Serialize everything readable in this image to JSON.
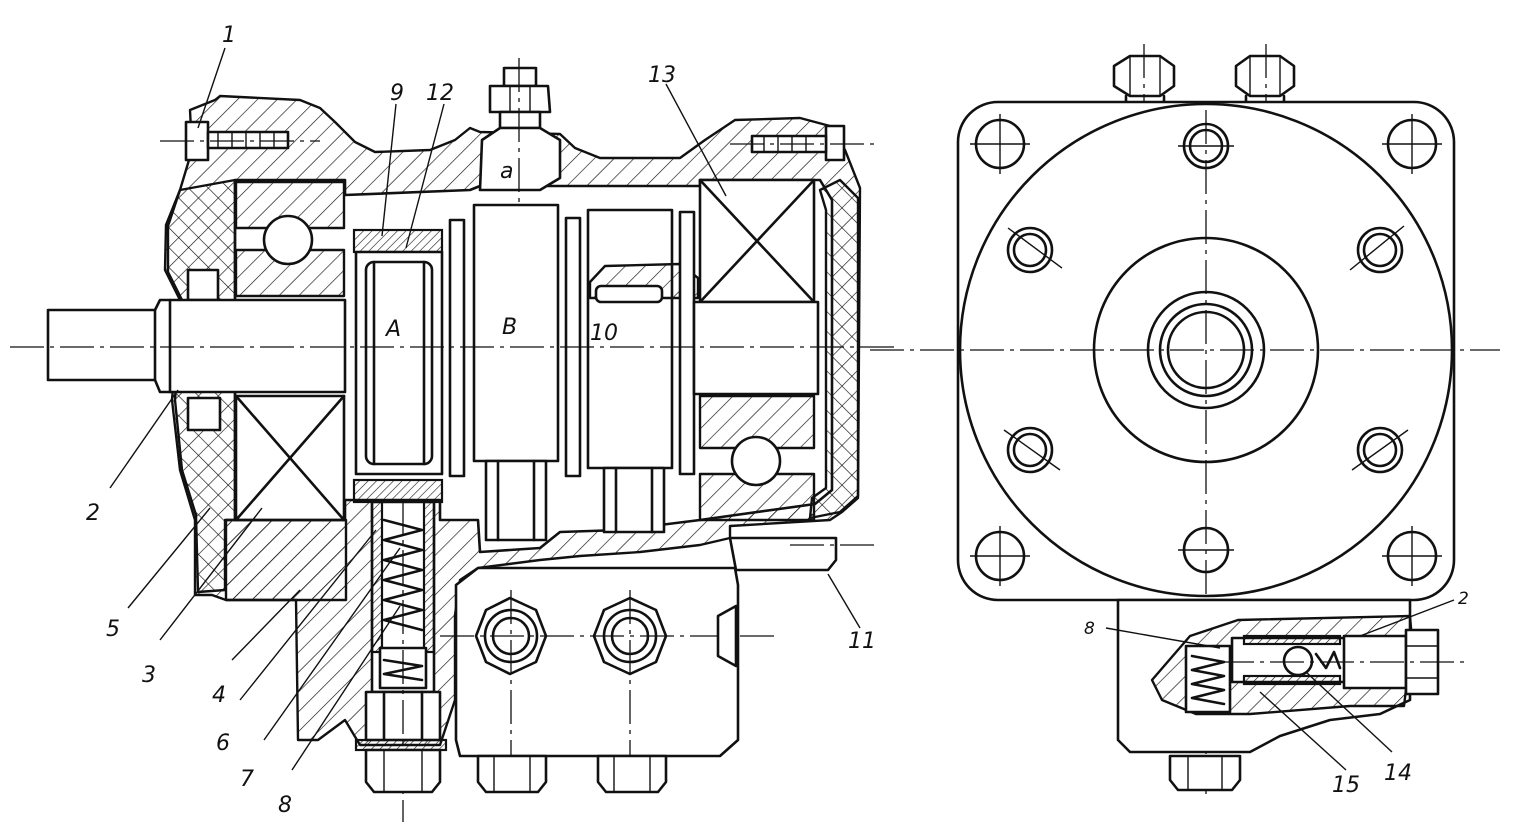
{
  "labels": {
    "n1": "1",
    "n2": "2",
    "n3": "3",
    "n4": "4",
    "n5": "5",
    "n6": "6",
    "n7": "7",
    "n8": "8",
    "n9": "9",
    "n10": "10",
    "n11": "11",
    "n12": "12",
    "n13": "13",
    "n14": "14",
    "n15": "15",
    "chamber_a": "A",
    "chamber_b": "B",
    "channel_a": "a",
    "side_2": "2",
    "side_8": "8"
  }
}
